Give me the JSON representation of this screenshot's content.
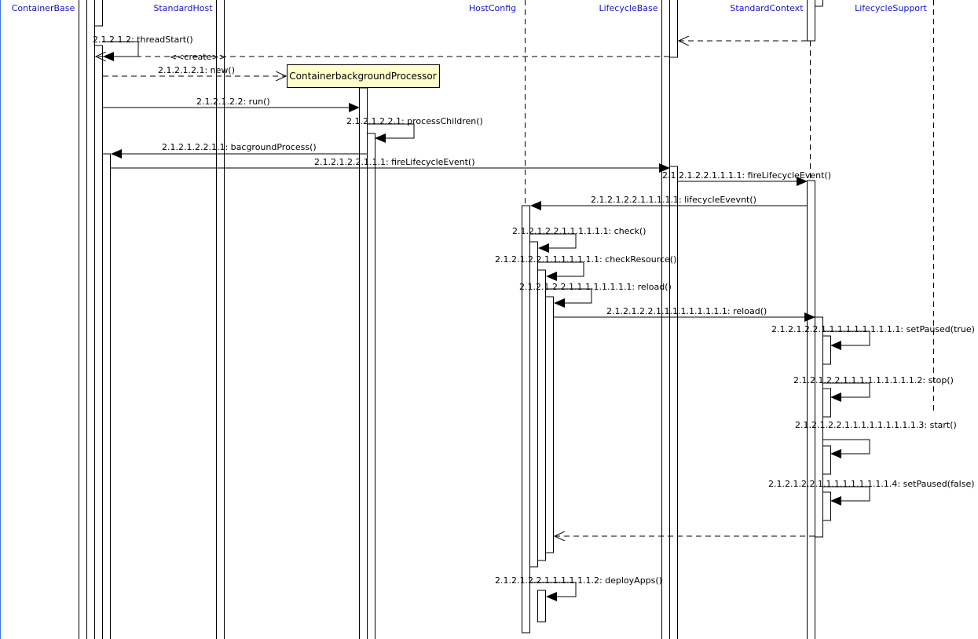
{
  "participants": [
    {
      "id": "containerbase",
      "label": "ContainerBase"
    },
    {
      "id": "standardhost",
      "label": "StandardHost"
    },
    {
      "id": "hostconfig",
      "label": "HostConfig"
    },
    {
      "id": "lifecyclebase",
      "label": "LifecycleBase"
    },
    {
      "id": "standardcontext",
      "label": "StandardContext"
    },
    {
      "id": "lifecyclesupport",
      "label": "LifecycleSupport"
    }
  ],
  "created_object": {
    "label": "ContainerbackgroundProcessor",
    "fill": "#ffffcc"
  },
  "messages": [
    {
      "id": "threadstart",
      "label": "2.1.2.1.2: threadStart()"
    },
    {
      "id": "create",
      "label": "<<create>>"
    },
    {
      "id": "new",
      "label": "2.1.2.1.2.1: new()"
    },
    {
      "id": "run",
      "label": "2.1.2.1.2.2: run()"
    },
    {
      "id": "processchildren",
      "label": "2.1.2.1.2.2.1: processChildren()"
    },
    {
      "id": "bgprocess",
      "label": "2.1.2.1.2.2.1.1: bacgroundProcess()"
    },
    {
      "id": "fire1",
      "label": "2.1.2.1.2.2.1.1.1: fireLifecycleEvent()"
    },
    {
      "id": "fire2",
      "label": "2.1.2.1.2.2.1.1.1.1: fireLifecycleEvent()"
    },
    {
      "id": "lifecycleevent",
      "label": "2.1.2.1.2.2.1.1.1.1.1: lifecycleEvevnt()"
    },
    {
      "id": "check",
      "label": "2.1.2.1.2.2.1.1.1.1.1.1: check()"
    },
    {
      "id": "checkresource",
      "label": "2.1.2.1.2.2.1.1.1.1.1.1.1: checkResource()"
    },
    {
      "id": "reload1",
      "label": "2.1.2.1.2.2.1.1.1.1.1.1.1.1: reload()"
    },
    {
      "id": "reload2",
      "label": "2.1.2.1.2.2.1.1.1.1.1.1.1.1.1: reload()"
    },
    {
      "id": "setpausedtrue",
      "label": "2.1.2.1.2.2.1.1.1.1.1.1.1.1.1.1: setPaused(true)"
    },
    {
      "id": "stop",
      "label": "2.1.2.1.2.2.1.1.1.1.1.1.1.1.1.2: stop()"
    },
    {
      "id": "start",
      "label": "2.1.2.1.2.2.1.1.1.1.1.1.1.1.1.3: start()"
    },
    {
      "id": "setpausedfalse",
      "label": "2.1.2.1.2.2.1.1.1.1.1.1.1.1.1.4: setPaused(false)"
    },
    {
      "id": "deployapps",
      "label": "2.1.2.1.2.2.1.1.1.1.1.1.2: deployApps()"
    }
  ]
}
